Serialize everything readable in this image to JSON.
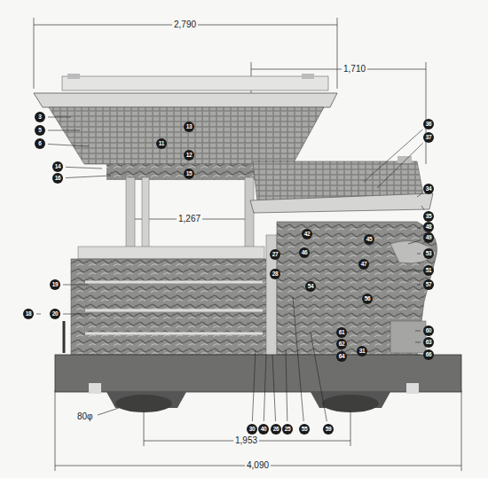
{
  "diagram": {
    "labels": [
      "2,790",
      "1,710",
      "1,267",
      "80φ",
      "1,953",
      "4,090",
      "3",
      "5",
      "6",
      "11",
      "13",
      "12",
      "14",
      "16",
      "15",
      "19",
      "18",
      "20",
      "36",
      "37",
      "34",
      "35",
      "42",
      "45",
      "48",
      "49",
      "53",
      "27",
      "46",
      "47",
      "51",
      "28",
      "54",
      "57",
      "56",
      "60",
      "61",
      "62",
      "63",
      "64",
      "31",
      "66",
      "30",
      "40",
      "26",
      "25",
      "55",
      "59"
    ]
  }
}
